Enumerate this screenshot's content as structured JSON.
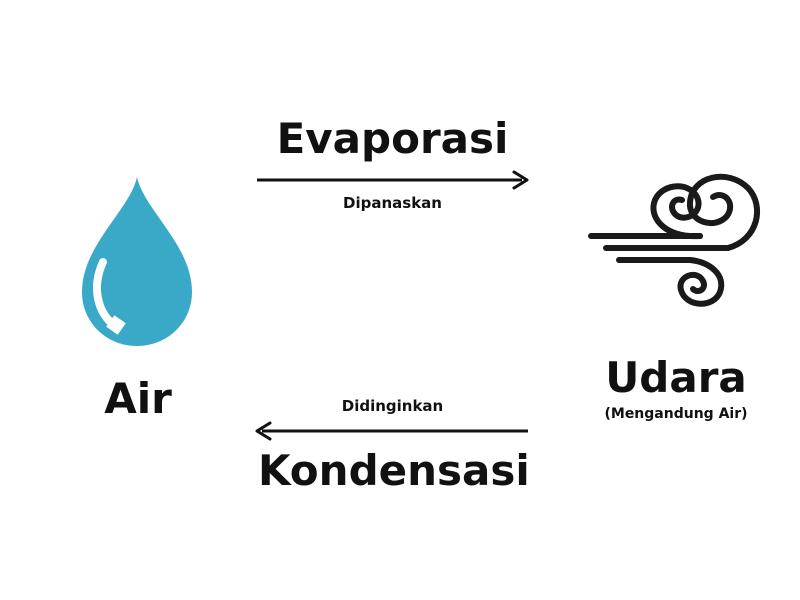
{
  "diagram": {
    "water": {
      "label": "Air",
      "icon": "water-drop-icon",
      "color": "#3AA9C7"
    },
    "air": {
      "label": "Udara",
      "sublabel": "(Mengandung Air)",
      "icon": "wind-icon",
      "color": "#1A1A1A"
    },
    "evaporation": {
      "label": "Evaporasi",
      "sublabel": "Dipanaskan",
      "direction": "right"
    },
    "condensation": {
      "label": "Kondensasi",
      "sublabel": "Didinginkan",
      "direction": "left"
    }
  }
}
